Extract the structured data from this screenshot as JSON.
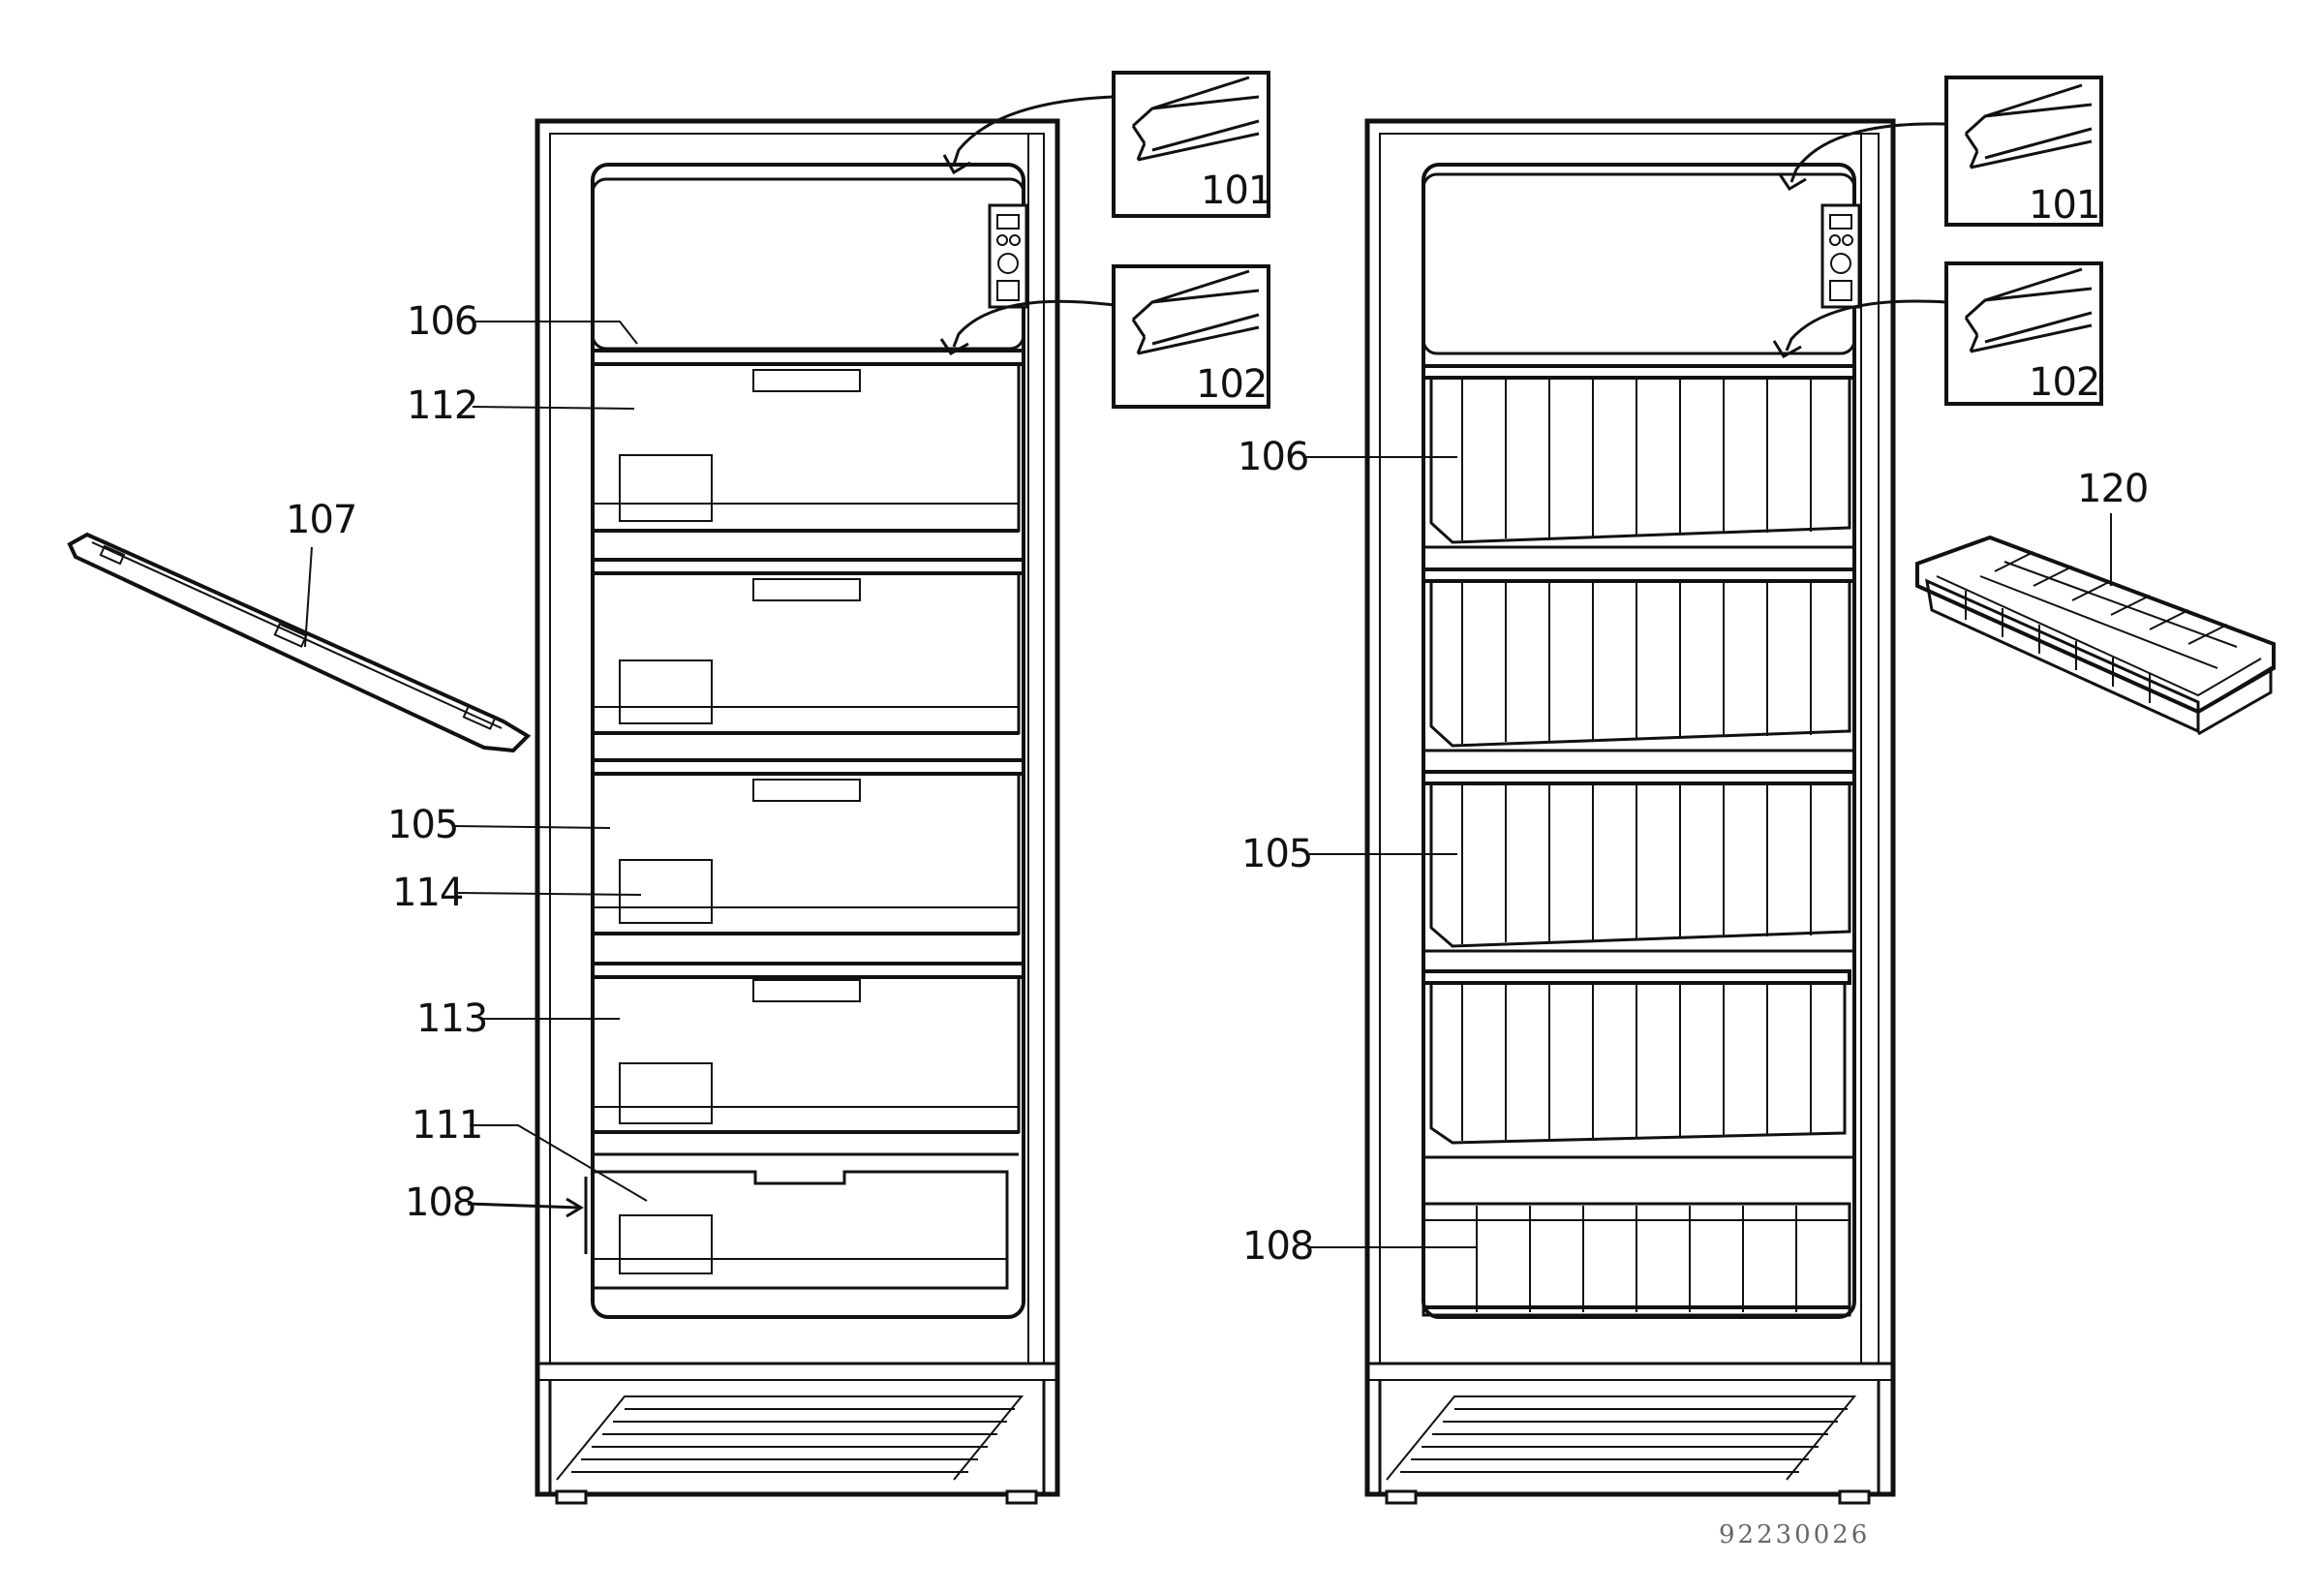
{
  "labels": {
    "left_101": "101",
    "left_102": "102",
    "left_106": "106",
    "left_112": "112",
    "left_107": "107",
    "left_105": "105",
    "left_114": "114",
    "left_113": "113",
    "left_111": "111",
    "left_108": "108",
    "right_101": "101",
    "right_102": "102",
    "right_106": "106",
    "right_120": "120",
    "right_105": "105",
    "right_108": "108"
  },
  "drawing_code": "92230026"
}
